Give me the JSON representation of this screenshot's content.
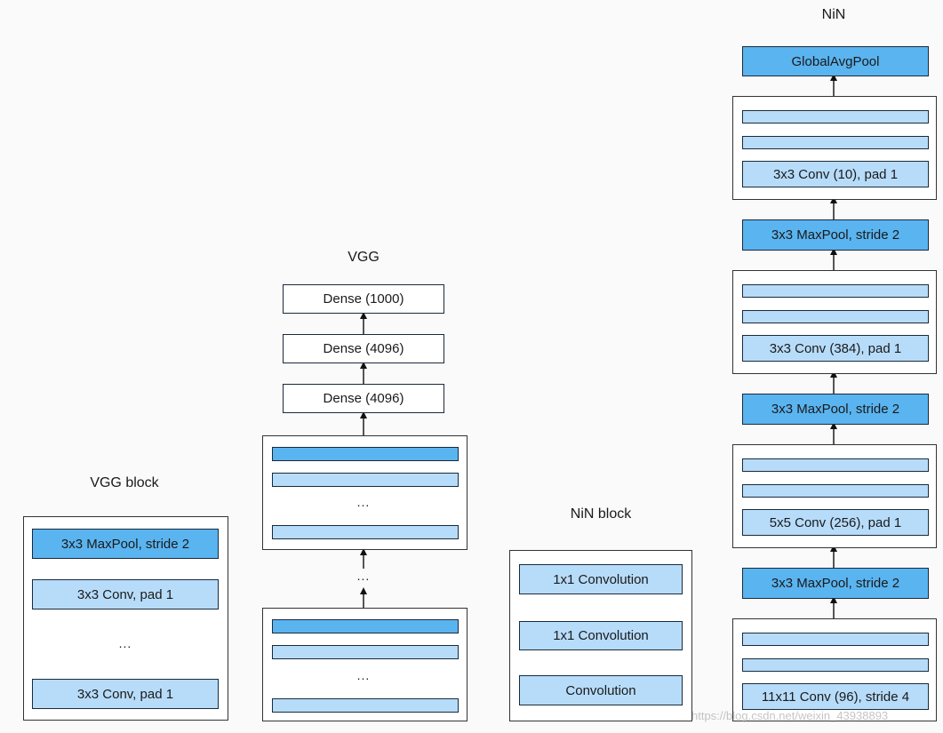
{
  "colors": {
    "pool": "#5ab4f0",
    "conv": "#b7dcfa",
    "dense": "#ffffff",
    "frame": "#333333"
  },
  "vgg_block": {
    "title": "VGG block",
    "pool_label": "3x3 MaxPool, stride 2",
    "conv_top_label": "3x3 Conv, pad 1",
    "dots": "...",
    "conv_bottom_label": "3x3 Conv, pad 1"
  },
  "vgg": {
    "title": "VGG",
    "dense_labels": [
      "Dense (1000)",
      "Dense (4096)",
      "Dense (4096)"
    ],
    "dots": "..."
  },
  "nin_block": {
    "title": "NiN block",
    "labels": [
      "1x1 Convolution",
      "1x1 Convolution",
      "Convolution"
    ]
  },
  "nin": {
    "title": "NiN",
    "global_pool": "GlobalAvgPool",
    "stage1_conv": "3x3 Conv (10), pad 1",
    "pool1": "3x3 MaxPool, stride 2",
    "stage2_conv": "3x3 Conv (384), pad 1",
    "pool2": "3x3 MaxPool, stride 2",
    "stage3_conv": "5x5 Conv (256), pad 1",
    "pool3": "3x3 MaxPool, stride 2",
    "stage4_conv": "11x11 Conv (96), stride 4"
  },
  "watermark": "https://blog.csdn.net/weixin_43938893"
}
